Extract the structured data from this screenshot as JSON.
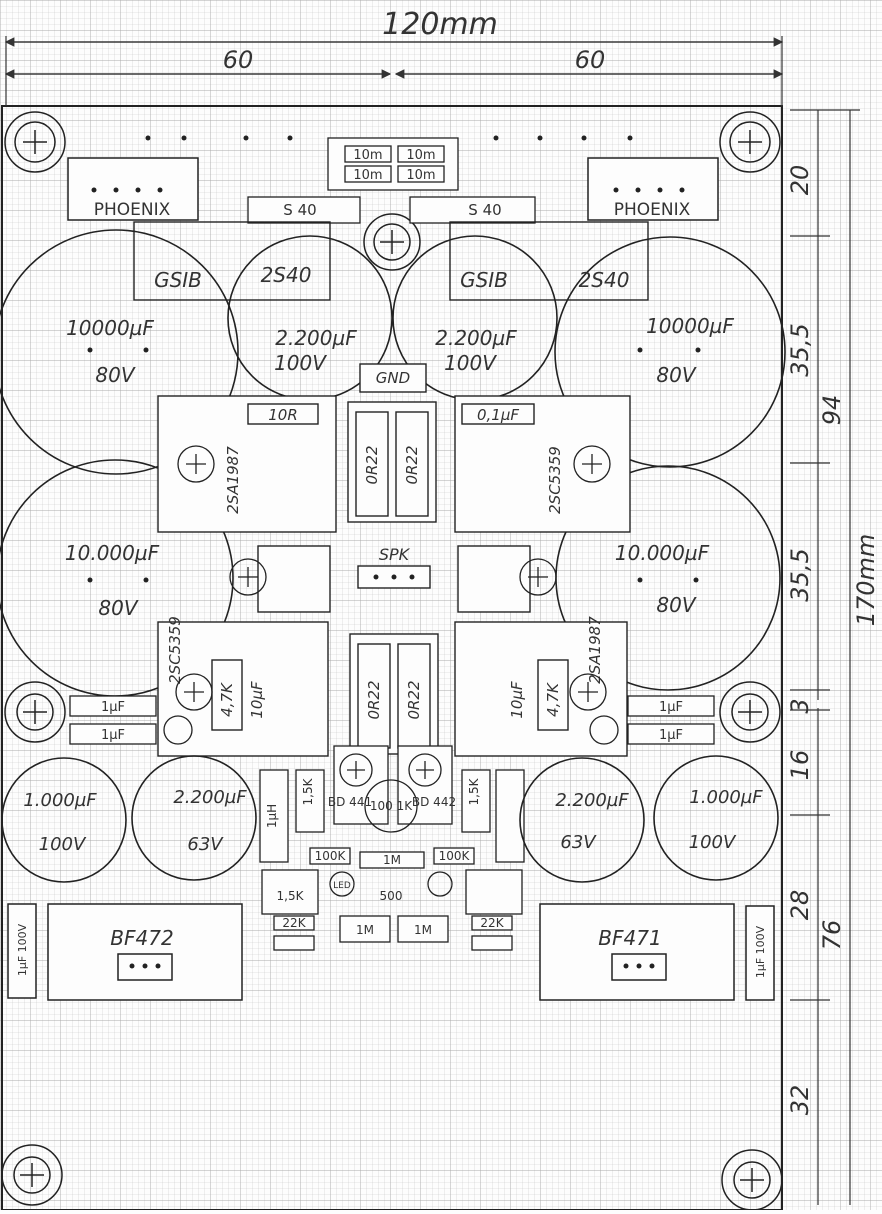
{
  "dimensions": {
    "total_width": "120mm",
    "half_left": "60",
    "half_right": "60",
    "total_height": "170mm",
    "upper_block": "94",
    "lower_block": "76",
    "seg_top": "20",
    "seg_a": "35,5",
    "seg_b": "35,5",
    "seg_c": "3",
    "seg_d": "16",
    "seg_e": "28",
    "seg_f": "32"
  },
  "connectors": {
    "phoenix_left": "PHOENIX",
    "phoenix_right": "PHOENIX"
  },
  "top_resistors": {
    "r1": "10m",
    "r2": "10m",
    "r3": "10m",
    "r4": "10m",
    "s40_left": "S 40",
    "s40_right": "S 40"
  },
  "bridges": {
    "left": "GSIB",
    "right": "GSIB",
    "left_2s40": "2S40",
    "right_2s40": "2S40"
  },
  "big_caps": {
    "tl_value": "10000µF",
    "tl_volt": "80V",
    "tr_value": "10000µF",
    "tr_volt": "80V",
    "ml_value": "10.000µF",
    "ml_volt": "80V",
    "mr_value": "10.000µF",
    "mr_volt": "80V"
  },
  "mid_caps": {
    "left_value": "2.200µF",
    "left_volt": "100V",
    "right_value": "2.200µF",
    "right_volt": "100V"
  },
  "labels": {
    "gnd": "GND",
    "spk": "SPK",
    "r10": "10R",
    "c01": "0,1µF",
    "tr_left_upper": "2SA1987",
    "tr_right_upper": "2SC5359",
    "tr_left_lower": "2SC5359",
    "tr_right_lower": "2SA1987",
    "or22_1": "0R22",
    "or22_2": "0R22",
    "or22_3": "0R22",
    "or22_4": "0R22",
    "l_uh": "1µH",
    "r47k_left": "4,7K",
    "r47k_right": "4,7K",
    "c10_left": "10µF",
    "c10_right": "10µF",
    "c1uf_1": "1µF",
    "c1uf_2": "1µF",
    "c1uf_3": "1µF",
    "c1uf_4": "1µF",
    "r15k_1": "1,5K",
    "r15k_2": "1,5K",
    "r15k_3": "1,5K",
    "r100k_1": "100K",
    "r100k_2": "100K",
    "r1m_1": "1M",
    "r500": "500",
    "bd_left": "BD 441",
    "bd_right": "BD 442",
    "pot": "100 1K",
    "r22k_1": "22K",
    "r22k_2": "22K",
    "r1m_2": "1M",
    "r1m_3": "1M",
    "led": "LED"
  },
  "bottom_caps": {
    "l_outer_value": "1.000µF",
    "l_outer_volt": "100V",
    "l_inner_value": "2.200µF",
    "l_inner_volt": "63V",
    "r_inner_value": "2.200µF",
    "r_inner_volt": "63V",
    "r_outer_value": "1.000µF",
    "r_outer_volt": "100V"
  },
  "heatsinks": {
    "left": "BF472",
    "right": "BF471",
    "side_left": "1µF 100V",
    "side_right": "1µF 100V"
  }
}
